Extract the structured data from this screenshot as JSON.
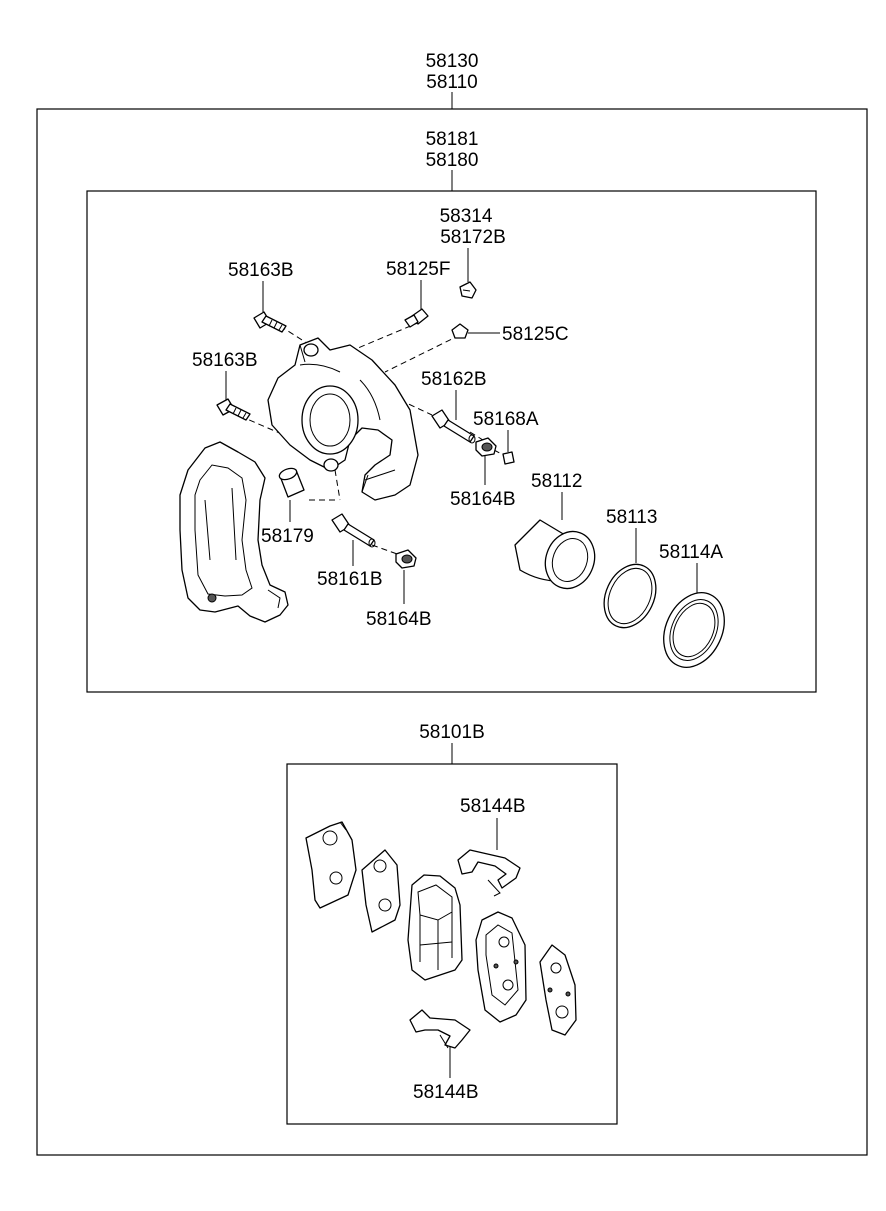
{
  "labels": {
    "assembly_1": "58130",
    "assembly_2": "58110",
    "caliper_1": "58181",
    "caliper_2": "58180",
    "clip_1": "58314",
    "clip_2": "58172B",
    "bolt_upper": "58163B",
    "bleeder": "58125F",
    "cap": "58125C",
    "bolt_lower": "58163B",
    "guide_pin_upper": "58162B",
    "boot_small": "58168A",
    "bushing_upper": "58164B",
    "piston": "58112",
    "sleeve": "58179",
    "seal": "58113",
    "dust_boot": "58114A",
    "guide_pin_lower": "58161B",
    "bushing_lower": "58164B",
    "pad_kit": "58101B",
    "spring_upper": "58144B",
    "spring_lower": "58144B"
  }
}
